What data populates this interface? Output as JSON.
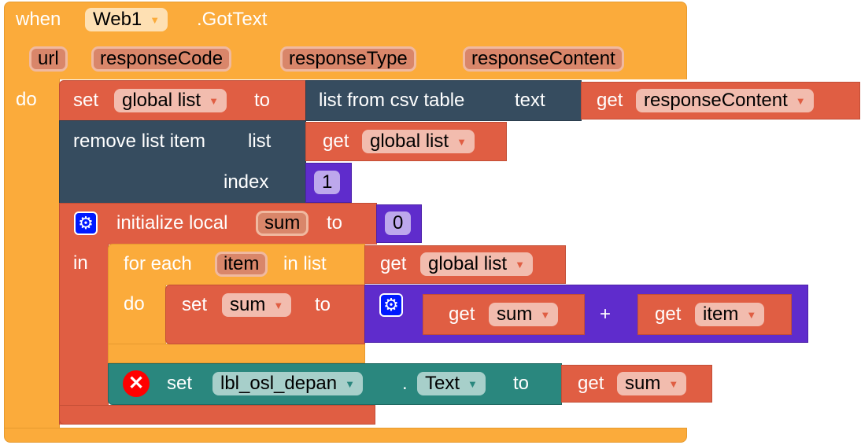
{
  "event": {
    "when": "when",
    "component": "Web1",
    "event_name": ".GotText",
    "params": [
      "url",
      "responseCode",
      "responseType",
      "responseContent"
    ],
    "do": "do"
  },
  "set_global": {
    "set": "set",
    "var": "global list",
    "to": "to",
    "csv": "list from csv table",
    "text": "text",
    "get": "get",
    "get_var": "responseContent"
  },
  "remove": {
    "label": "remove list item",
    "list": "list",
    "index": "index",
    "get": "get",
    "get_var": "global list",
    "index_value": "1"
  },
  "init_local": {
    "label": "initialize local",
    "var": "sum",
    "to": "to",
    "value": "0",
    "in": "in"
  },
  "for_each": {
    "label": "for each",
    "var": "item",
    "in_list": "in list",
    "get": "get",
    "get_var": "global list",
    "do": "do"
  },
  "set_sum": {
    "set": "set",
    "var": "sum",
    "to": "to",
    "get": "get",
    "left": "sum",
    "op": "+",
    "right": "item"
  },
  "set_label": {
    "set": "set",
    "component": "lbl_osl_depan",
    "dot": ".",
    "prop": "Text",
    "to": "to",
    "get": "get",
    "get_var": "sum"
  },
  "colors": {
    "event": "#fbab3b",
    "variable": "#e05e43",
    "list": "#364c5f",
    "math": "#5f2ccc",
    "component": "#2a877e"
  }
}
